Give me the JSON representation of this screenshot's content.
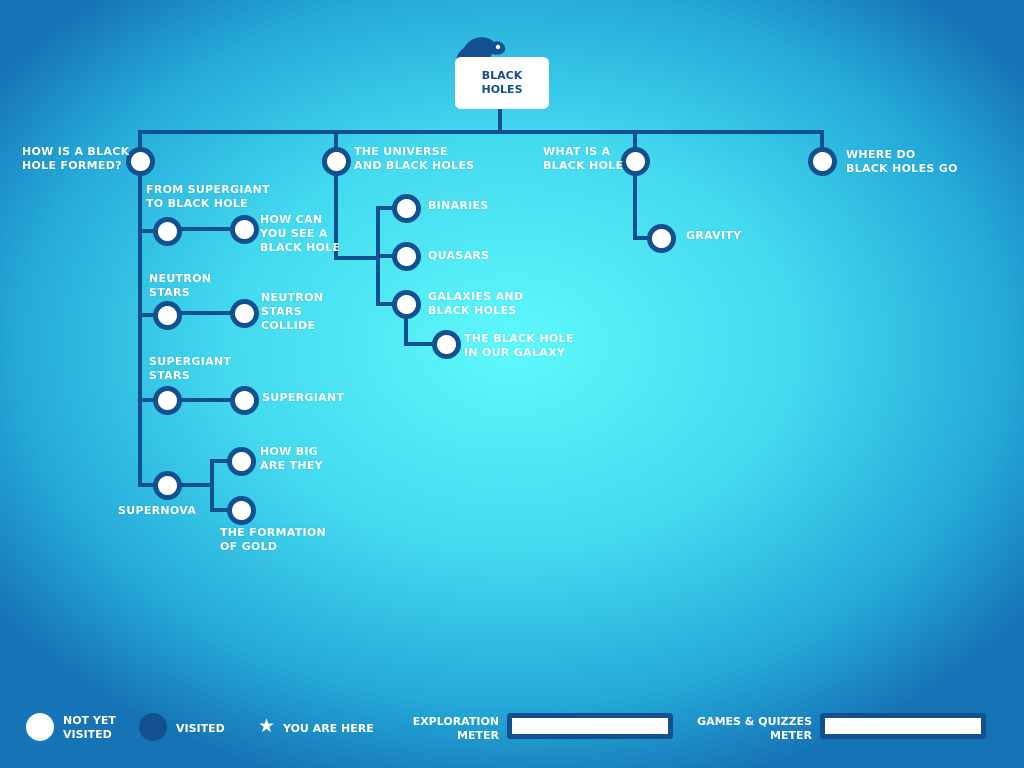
{
  "root": {
    "label": "BLACK\nHOLES"
  },
  "branches": {
    "formed": "HOW IS A BLACK\nHOLE FORMED?",
    "universe": "THE UNIVERSE\nAND BLACK HOLES",
    "what_is": "WHAT IS A\nBLACK HOLE",
    "where_go": "WHERE DO\nBLACK HOLES GO"
  },
  "topics": {
    "supergiant_to_bh": "FROM SUPERGIANT\nTO BLACK HOLE",
    "how_see": "HOW CAN\nYOU SEE A\nBLACK HOLE",
    "neutron_stars": "NEUTRON\nSTARS",
    "neutron_collide": "NEUTRON\nSTARS\nCOLLIDE",
    "supergiant_stars": "SUPERGIANT\nSTARS",
    "supergiant": "SUPERGIANT",
    "supernova": "SUPERNOVA",
    "how_big": "HOW BIG\nARE THEY",
    "formation_gold": "THE FORMATION\nOF GOLD",
    "binaries": "BINARIES",
    "quasars": "QUASARS",
    "galaxies": "GALAXIES AND\nBLACK HOLES",
    "our_galaxy": "THE BLACK HOLE\nIN OUR GALAXY",
    "gravity": "GRAVITY"
  },
  "legend": {
    "not_visited": "NOT YET\nVISITED",
    "visited": "VISITED",
    "you_are_here": "YOU ARE HERE",
    "exploration": "EXPLORATION\nMETER",
    "games": "GAMES & QUIZZES\nMETER"
  },
  "meters": {
    "exploration": 0,
    "games": 0
  },
  "colors": {
    "node_border": "#12508f",
    "node_fill": "#ffffff",
    "text": "#ffffff"
  },
  "icons": {
    "star": "★",
    "mascot": "chameleon"
  }
}
